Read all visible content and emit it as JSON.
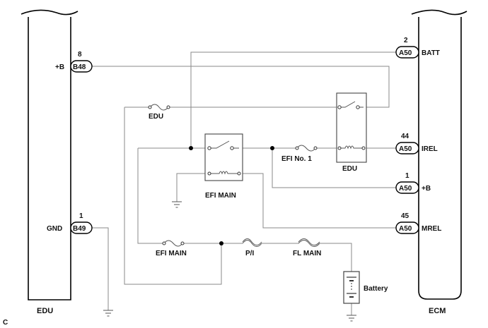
{
  "edu_box": {
    "label": "EDU"
  },
  "ecm_box": {
    "label": "ECM"
  },
  "edu_pins": [
    {
      "name": "+B",
      "code": "B48",
      "number": "8"
    },
    {
      "name": "GND",
      "code": "B49",
      "number": "1"
    }
  ],
  "ecm_pins": [
    {
      "name": "BATT",
      "code": "A50",
      "number": "2"
    },
    {
      "name": "IREL",
      "code": "A50",
      "number": "44"
    },
    {
      "name": "+B",
      "code": "A50",
      "number": "1"
    },
    {
      "name": "MREL",
      "code": "A50",
      "number": "45"
    }
  ],
  "fuses": {
    "edu": "EDU",
    "efi_no1": "EFI No. 1",
    "efi_main": "EFI MAIN",
    "pi": "P/I",
    "fl_main": "FL MAIN"
  },
  "relays": {
    "efi_main": "EFI MAIN",
    "edu": "EDU"
  },
  "battery": {
    "label": "Battery"
  },
  "corner_code": "C"
}
